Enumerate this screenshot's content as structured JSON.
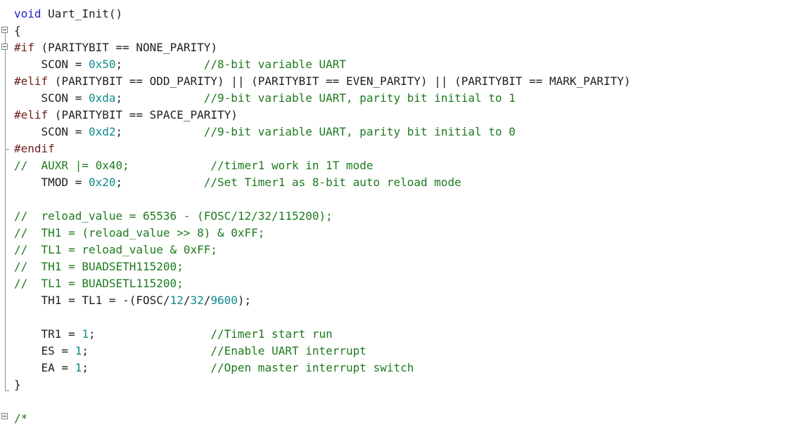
{
  "editor": {
    "lines": [
      [
        {
          "t": "void",
          "c": "kw"
        },
        {
          "t": " Uart_Init()",
          "c": ""
        }
      ],
      [
        {
          "t": "{",
          "c": ""
        }
      ],
      [
        {
          "t": "#if",
          "c": "pp"
        },
        {
          "t": " (PARITYBIT == NONE_PARITY)",
          "c": ""
        }
      ],
      [
        {
          "t": "    SCON = ",
          "c": ""
        },
        {
          "t": "0x50",
          "c": "num"
        },
        {
          "t": ";            ",
          "c": ""
        },
        {
          "t": "//8-bit variable UART",
          "c": "cmt"
        }
      ],
      [
        {
          "t": "#elif",
          "c": "pp"
        },
        {
          "t": " (PARITYBIT == ODD_PARITY) || (PARITYBIT == EVEN_PARITY) || (PARITYBIT == MARK_PARITY)",
          "c": ""
        }
      ],
      [
        {
          "t": "    SCON = ",
          "c": ""
        },
        {
          "t": "0xda",
          "c": "num"
        },
        {
          "t": ";            ",
          "c": ""
        },
        {
          "t": "//9-bit variable UART, parity bit initial to 1",
          "c": "cmt"
        }
      ],
      [
        {
          "t": "#elif",
          "c": "pp"
        },
        {
          "t": " (PARITYBIT == SPACE_PARITY)",
          "c": ""
        }
      ],
      [
        {
          "t": "    SCON = ",
          "c": ""
        },
        {
          "t": "0xd2",
          "c": "num"
        },
        {
          "t": ";            ",
          "c": ""
        },
        {
          "t": "//9-bit variable UART, parity bit initial to 0",
          "c": "cmt"
        }
      ],
      [
        {
          "t": "#endif",
          "c": "pp"
        }
      ],
      [
        {
          "t": "//  AUXR |= 0x40;            //timer1 work in 1T mode",
          "c": "cmt"
        }
      ],
      [
        {
          "t": "    TMOD = ",
          "c": ""
        },
        {
          "t": "0x20",
          "c": "num"
        },
        {
          "t": ";            ",
          "c": ""
        },
        {
          "t": "//Set Timer1 as 8-bit auto reload mode",
          "c": "cmt"
        }
      ],
      [],
      [
        {
          "t": "//  reload_value = 65536 - (FOSC/12/32/115200);",
          "c": "cmt"
        }
      ],
      [
        {
          "t": "//  TH1 = (reload_value >> 8) & 0xFF;",
          "c": "cmt"
        }
      ],
      [
        {
          "t": "//  TL1 = reload_value & 0xFF;",
          "c": "cmt"
        }
      ],
      [
        {
          "t": "//  TH1 = BUADSETH115200;",
          "c": "cmt"
        }
      ],
      [
        {
          "t": "//  TL1 = BUADSETL115200;",
          "c": "cmt"
        }
      ],
      [
        {
          "t": "    TH1 = TL1 = -(FOSC/",
          "c": ""
        },
        {
          "t": "12",
          "c": "num"
        },
        {
          "t": "/",
          "c": ""
        },
        {
          "t": "32",
          "c": "num"
        },
        {
          "t": "/",
          "c": ""
        },
        {
          "t": "9600",
          "c": "num"
        },
        {
          "t": ");",
          "c": ""
        }
      ],
      [],
      [
        {
          "t": "    TR1 = ",
          "c": ""
        },
        {
          "t": "1",
          "c": "num"
        },
        {
          "t": ";                 ",
          "c": ""
        },
        {
          "t": "//Timer1 start run",
          "c": "cmt"
        }
      ],
      [
        {
          "t": "    ES = ",
          "c": ""
        },
        {
          "t": "1",
          "c": "num"
        },
        {
          "t": ";                  ",
          "c": ""
        },
        {
          "t": "//Enable UART interrupt",
          "c": "cmt"
        }
      ],
      [
        {
          "t": "    EA = ",
          "c": ""
        },
        {
          "t": "1",
          "c": "num"
        },
        {
          "t": ";                  ",
          "c": ""
        },
        {
          "t": "//Open master interrupt switch",
          "c": "cmt"
        }
      ],
      [
        {
          "t": "}",
          "c": ""
        }
      ],
      [],
      [
        {
          "t": "/*",
          "c": "cmt"
        }
      ]
    ]
  }
}
